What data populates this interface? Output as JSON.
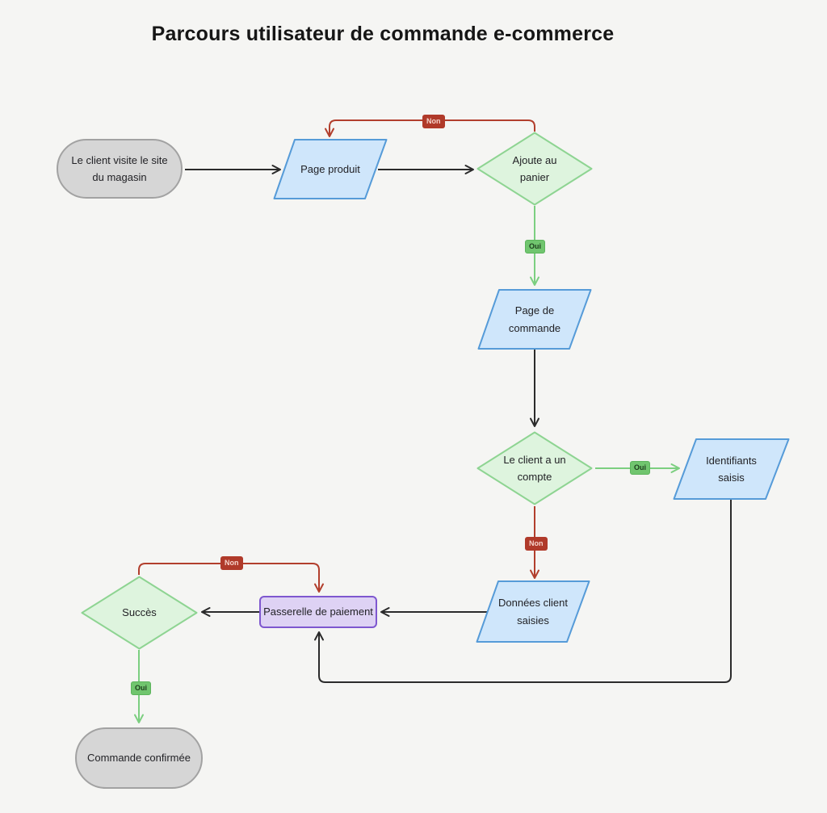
{
  "title": "Parcours utilisateur de commande e-commerce",
  "nodes": {
    "start": {
      "label": "Le client visite le site du magasin",
      "type": "start-end"
    },
    "page_produit": {
      "label": "Page produit",
      "type": "input-output"
    },
    "ajoute_panier": {
      "label": "Ajoute au panier",
      "type": "decision"
    },
    "page_commande": {
      "label": "Page de commande",
      "type": "input-output"
    },
    "client_compte": {
      "label": "Le client a un compte",
      "type": "decision"
    },
    "identifiants": {
      "label": "Identifiants saisis",
      "type": "input-output"
    },
    "donnees_client": {
      "label": "Données client saisies",
      "type": "input-output"
    },
    "passerelle": {
      "label": "Passerelle de paiement",
      "type": "process"
    },
    "succes": {
      "label": "Succès",
      "type": "decision"
    },
    "confirmee": {
      "label": "Commande confirmée",
      "type": "start-end"
    }
  },
  "edges": [
    {
      "from": "start",
      "to": "page_produit",
      "label": ""
    },
    {
      "from": "page_produit",
      "to": "ajoute_panier",
      "label": ""
    },
    {
      "from": "ajoute_panier",
      "to": "page_produit",
      "label": "Non"
    },
    {
      "from": "ajoute_panier",
      "to": "page_commande",
      "label": "Oui"
    },
    {
      "from": "page_commande",
      "to": "client_compte",
      "label": ""
    },
    {
      "from": "client_compte",
      "to": "identifiants",
      "label": "Oui"
    },
    {
      "from": "client_compte",
      "to": "donnees_client",
      "label": "Non"
    },
    {
      "from": "donnees_client",
      "to": "passerelle",
      "label": ""
    },
    {
      "from": "passerelle",
      "to": "succes",
      "label": ""
    },
    {
      "from": "succes",
      "to": "passerelle",
      "label": "Non"
    },
    {
      "from": "succes",
      "to": "confirmee",
      "label": "Oui"
    },
    {
      "from": "identifiants",
      "to": "passerelle",
      "label": ""
    }
  ],
  "colors": {
    "background": "#f5f5f3",
    "arrow_black": "#2b2b2b",
    "arrow_red": "#b23f2d",
    "arrow_green": "#7ccf80",
    "decision_fill": "#def4de",
    "decision_stroke": "#8ed492",
    "io_fill": "#cfe6fb",
    "io_stroke": "#569bd8",
    "process_fill": "#ded2f4",
    "process_stroke": "#7e57cf",
    "terminal_fill": "#d6d6d6",
    "terminal_stroke": "#a2a2a2",
    "badge_oui_bg": "#70c56e",
    "badge_oui_text": "#1d3d1d",
    "badge_non_bg": "#b03a2a",
    "badge_non_text": "#f6d4cb"
  }
}
